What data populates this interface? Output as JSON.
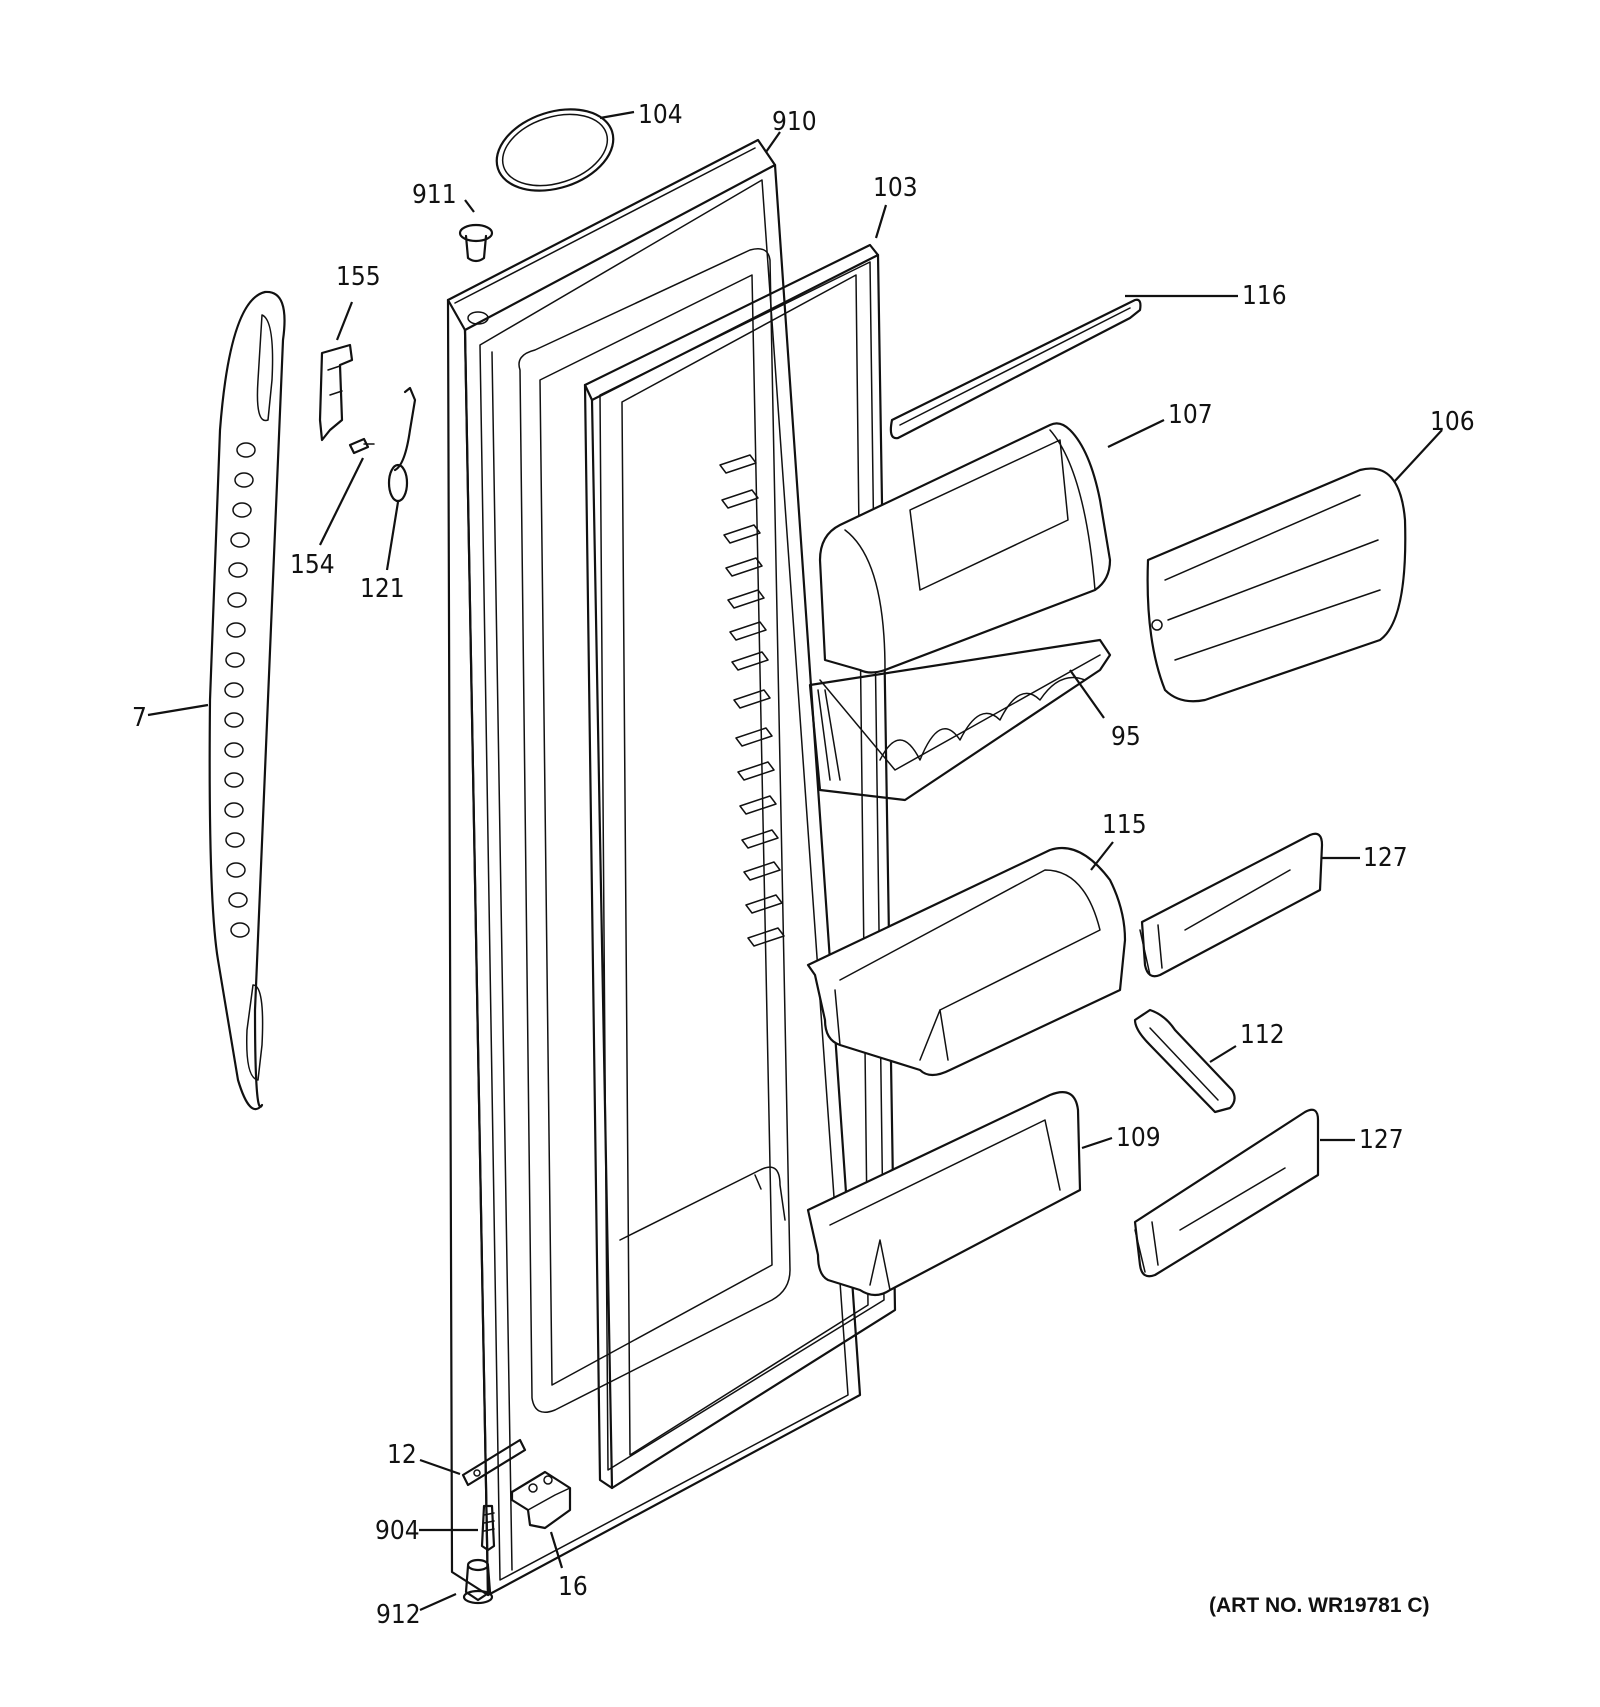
{
  "diagram": {
    "art_number": "(ART NO. WR19781 C)",
    "callouts": [
      {
        "id": "c-104",
        "label": "104"
      },
      {
        "id": "c-910",
        "label": "910"
      },
      {
        "id": "c-911",
        "label": "911"
      },
      {
        "id": "c-103",
        "label": "103"
      },
      {
        "id": "c-155",
        "label": "155"
      },
      {
        "id": "c-116",
        "label": "116"
      },
      {
        "id": "c-107",
        "label": "107"
      },
      {
        "id": "c-106",
        "label": "106"
      },
      {
        "id": "c-154",
        "label": "154"
      },
      {
        "id": "c-121",
        "label": "121"
      },
      {
        "id": "c-7",
        "label": "7"
      },
      {
        "id": "c-95",
        "label": "95"
      },
      {
        "id": "c-115",
        "label": "115"
      },
      {
        "id": "c-127a",
        "label": "127"
      },
      {
        "id": "c-112",
        "label": "112"
      },
      {
        "id": "c-109",
        "label": "109"
      },
      {
        "id": "c-127b",
        "label": "127"
      },
      {
        "id": "c-12",
        "label": "12"
      },
      {
        "id": "c-904",
        "label": "904"
      },
      {
        "id": "c-16",
        "label": "16"
      },
      {
        "id": "c-912",
        "label": "912"
      }
    ]
  }
}
